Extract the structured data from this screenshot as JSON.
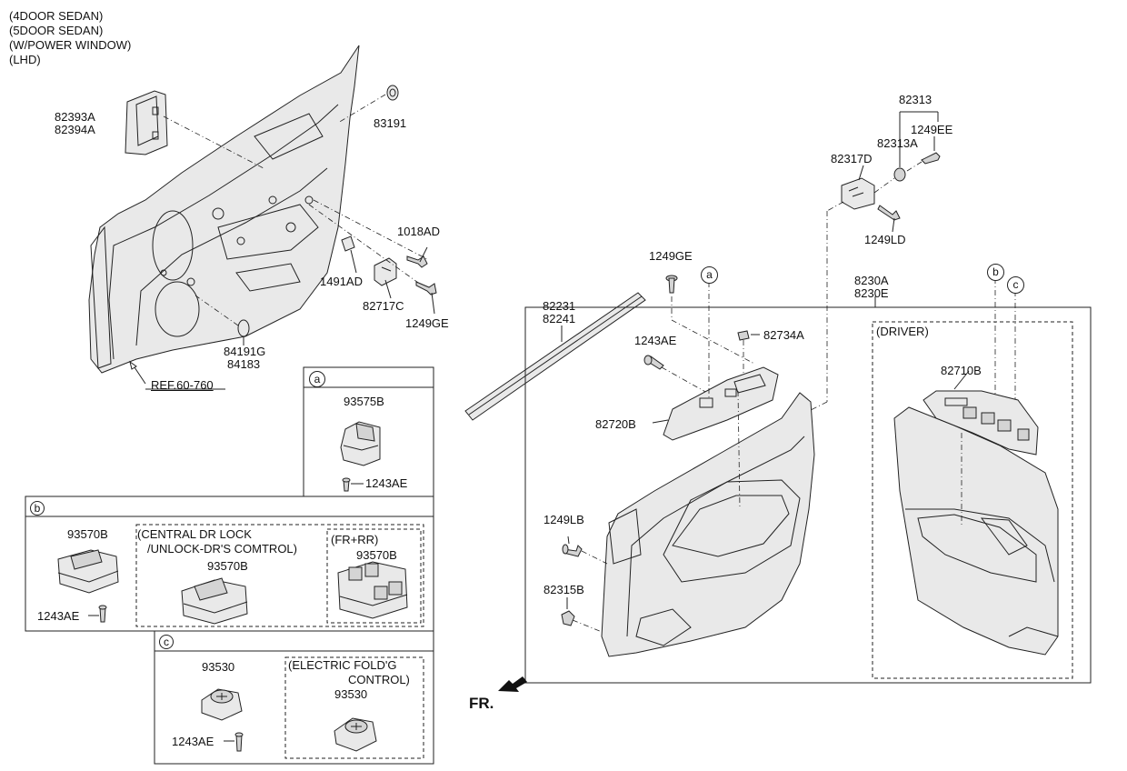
{
  "header_lines": [
    "(4DOOR SEDAN)",
    "(5DOOR SEDAN)",
    "(W/POWER WINDOW)",
    "(LHD)"
  ],
  "labels": {
    "p82393A": "82393A",
    "p82394A": "82394A",
    "p83191": "83191",
    "p1018AD": "1018AD",
    "p1491AD": "1491AD",
    "p82717C": "82717C",
    "p1249GE_a": "1249GE",
    "p84191G": "84191G",
    "p84183": "84183",
    "ref": "REF.60-760",
    "p82313": "82313",
    "p1249EE": "1249EE",
    "p82313A": "82313A",
    "p82317D": "82317D",
    "p1249LD": "1249LD",
    "p1249GE_b": "1249GE",
    "p8230A": "8230A",
    "p8230E": "8230E",
    "p82231": "82231",
    "p82241": "82241",
    "p82734A": "82734A",
    "p1243AE_main": "1243AE",
    "p82720B": "82720B",
    "p1249LB": "1249LB",
    "p82315B": "82315B",
    "driver": "(DRIVER)",
    "p82710B": "82710B",
    "fr": "FR."
  },
  "inset_a": {
    "tag": "a",
    "part": "93575B",
    "screw": "1243AE"
  },
  "inset_b": {
    "tag": "b",
    "part1": "93570B",
    "screw": "1243AE",
    "group_title_1": "(CENTRAL DR LOCK",
    "group_title_2": "/UNLOCK-DR'S COMTROL)",
    "part2": "93570B",
    "sub_title": "(FR+RR)",
    "part3": "93570B"
  },
  "inset_c": {
    "tag": "c",
    "part1": "93530",
    "screw": "1243AE",
    "group_title_1": "(ELECTRIC FOLD'G",
    "group_title_2": "CONTROL)",
    "part2": "93530"
  },
  "callouts": {
    "a": "a",
    "b": "b",
    "c": "c"
  }
}
